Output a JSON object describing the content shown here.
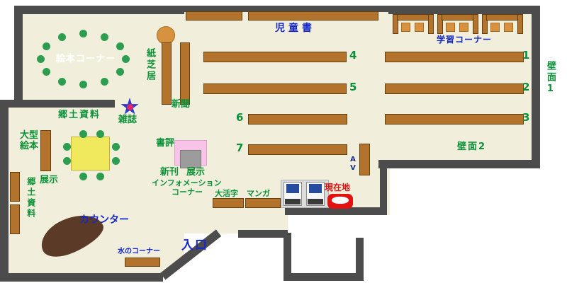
{
  "map": {
    "areas": {
      "picture_book_corner": "絵本コーナー",
      "kamishibai": "紙芝居",
      "newspaper": "新聞",
      "local_materials": "郷土資料",
      "magazines": "雑誌",
      "children_books": "児童書",
      "study_corner": "学習コーナー",
      "wall_1": "壁面1",
      "wall_2": "壁面2",
      "large_picture_books": "大型絵本",
      "exhibit": "展示",
      "local_materials_side": "郷土資料",
      "book_review": "書評",
      "new_arrivals": "新刊",
      "new_arrivals_exhibit": "展示",
      "information_line1": "インフォメーション",
      "information_line2": "コーナー",
      "large_print": "大活字",
      "manga": "マンガ",
      "current_location": "現在地",
      "counter": "カウンター",
      "water_corner": "水のコーナー",
      "entrance": "入口",
      "av": "AV"
    },
    "numbers": {
      "n1": "1",
      "n2": "2",
      "n3": "3",
      "n4": "4",
      "n5": "5",
      "n6": "6",
      "n7": "7"
    },
    "icons": {
      "magazine_marker": "star-icon",
      "current_location_marker": "location-badge-icon"
    },
    "colors": {
      "floor": "#f1efdc",
      "wall": "#4c4c4c",
      "shelf": "#b3732d",
      "label_green": "#0b9138",
      "label_blue": "#1527c8",
      "label_red": "#e01212",
      "table_yellow": "#f0e95e",
      "chair_orange": "#d79240",
      "counter_brown": "#5b3a27",
      "display_pink": "#f7c3e6"
    }
  }
}
